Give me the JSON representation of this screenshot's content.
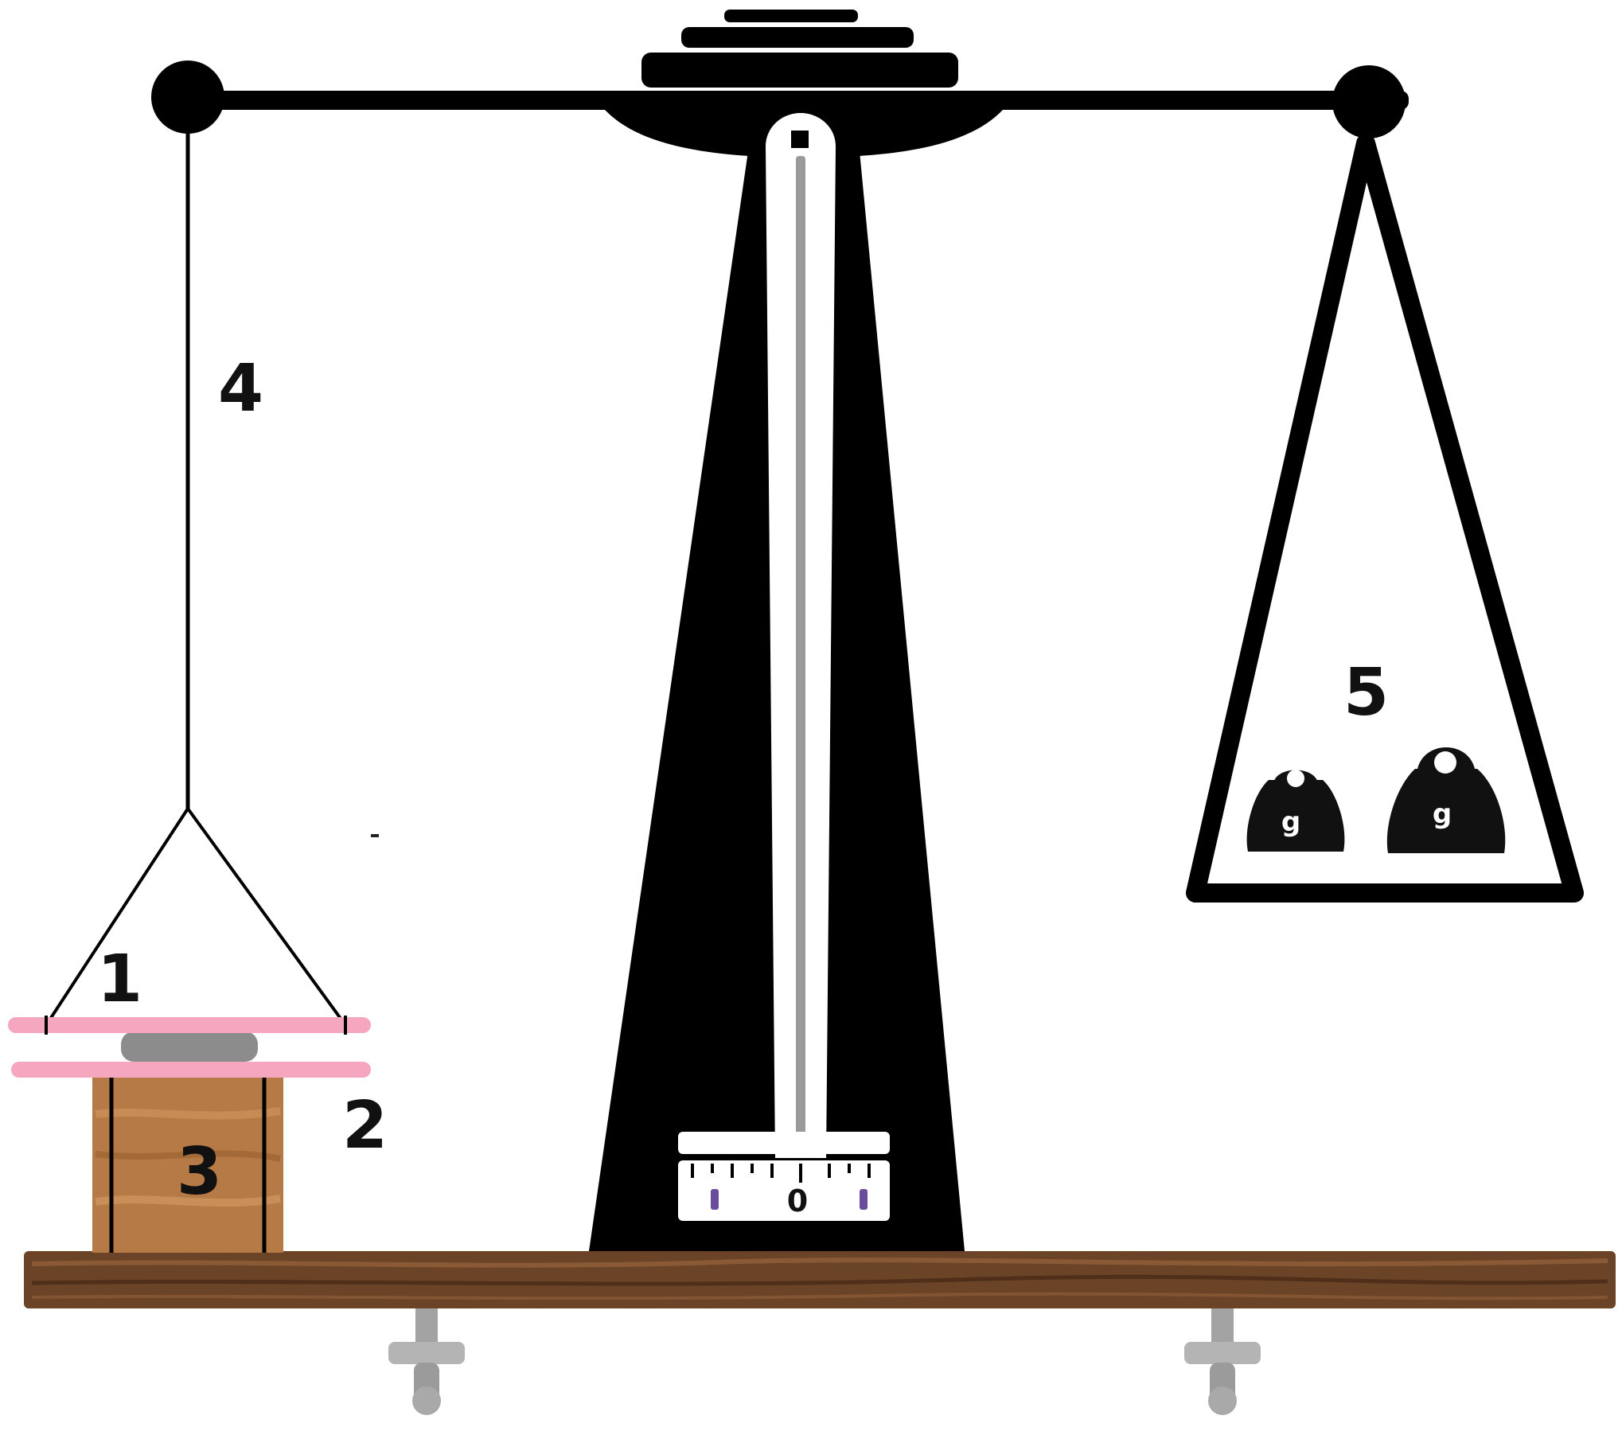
{
  "diagram": {
    "labels": {
      "1": "1",
      "2": "2",
      "3": "3",
      "4": "4",
      "5": "5"
    },
    "weights": [
      "g",
      "g"
    ],
    "scale_reading": "0"
  },
  "colors": {
    "metal": "#000000",
    "pointer": "#9a9a9a",
    "glass_plate": "#f4a7bf",
    "specimen": "#8c8c8c",
    "wood_block": "#b57a45",
    "base_board": "#6b4326",
    "clamp": "#a3a3a3"
  }
}
